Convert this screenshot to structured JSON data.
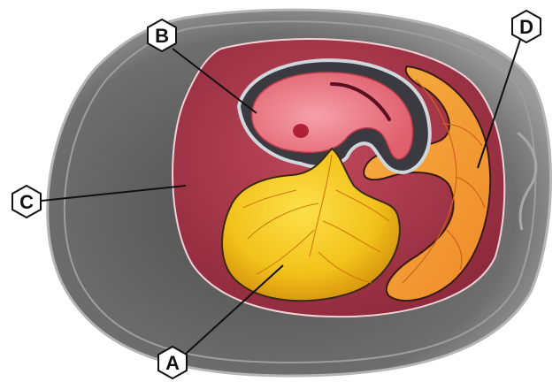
{
  "labels": {
    "A": "A",
    "B": "B",
    "C": "C",
    "D": "D"
  },
  "colors": {
    "background": "#ffffff",
    "shell_outer": "#9a9a9a",
    "albumen": "#5f5f5f",
    "amniotic_cavity": "#a8384a",
    "yolk_sac": "#f2c21a",
    "allantois": "#f29a2a",
    "embryo": "#f07a8a",
    "vessel": "#e06a10"
  }
}
